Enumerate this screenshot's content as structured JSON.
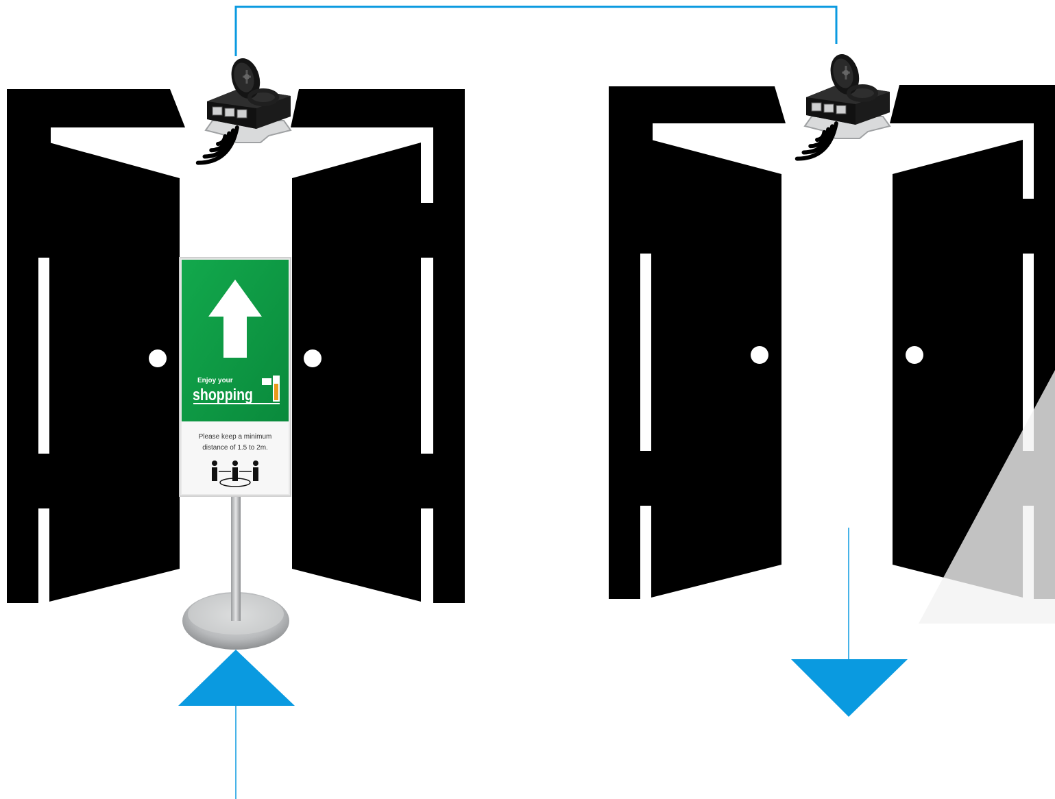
{
  "colors": {
    "background": "#ffffff",
    "door": "#000000",
    "connector": "#0a9ae0",
    "sign_green": "#0e9944",
    "sign_white": "#f4f4f4",
    "stand_metal": "#bfc1c3"
  },
  "entrance": {
    "sign": {
      "small_text": "Enjoy your",
      "big_text": "shopping",
      "notice_line1": "Please keep a minimum",
      "notice_line2": "distance of 1.5 to 2m.",
      "arrow": "up-arrow-icon",
      "people": "people-distance-icon"
    },
    "flow_arrow": "up-triangle-icon"
  },
  "exit": {
    "flow_arrow": "down-triangle-icon"
  },
  "sensors": [
    "raspberry-pi-sensor-icon",
    "raspberry-pi-sensor-icon"
  ],
  "signal": "wifi-signal-icon",
  "link": "network-link-line"
}
